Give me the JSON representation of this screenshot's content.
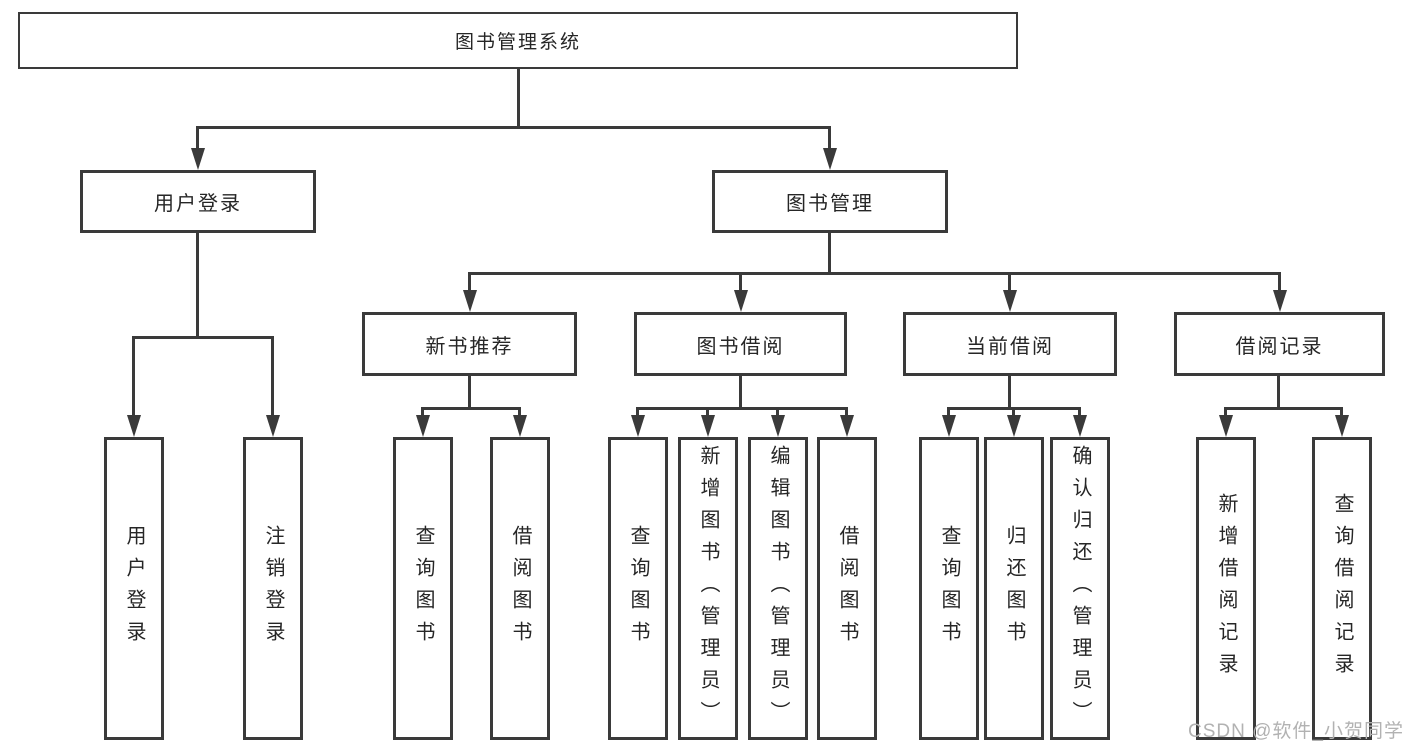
{
  "diagram": {
    "title_node": {
      "label": "图书管理系统"
    },
    "level2": [
      {
        "label": "用户登录"
      },
      {
        "label": "图书管理"
      }
    ],
    "level3": [
      {
        "label": "新书推荐"
      },
      {
        "label": "图书借阅"
      },
      {
        "label": "当前借阅"
      },
      {
        "label": "借阅记录"
      }
    ],
    "leaves": [
      {
        "label": "用户登录",
        "parent": "用户登录"
      },
      {
        "label": "注销登录",
        "parent": "用户登录"
      },
      {
        "label": "查询图书",
        "parent": "新书推荐"
      },
      {
        "label": "借阅图书",
        "parent": "新书推荐"
      },
      {
        "label": "查询图书",
        "parent": "图书借阅"
      },
      {
        "label": "新增图书（管理员）",
        "parent": "图书借阅"
      },
      {
        "label": "编辑图书（管理员）",
        "parent": "图书借阅"
      },
      {
        "label": "借阅图书",
        "parent": "图书借阅"
      },
      {
        "label": "查询图书",
        "parent": "当前借阅"
      },
      {
        "label": "归还图书",
        "parent": "当前借阅"
      },
      {
        "label": "确认归还（管理员）",
        "parent": "当前借阅"
      },
      {
        "label": "新增借阅记录",
        "parent": "借阅记录"
      },
      {
        "label": "查询借阅记录",
        "parent": "借阅记录"
      }
    ],
    "colors": {
      "line": "#3a3a3a",
      "text": "#262626",
      "background": "#ffffff",
      "watermark": "#b2b2b2"
    }
  },
  "watermark": {
    "text": "CSDN @软件_小贺同学"
  }
}
